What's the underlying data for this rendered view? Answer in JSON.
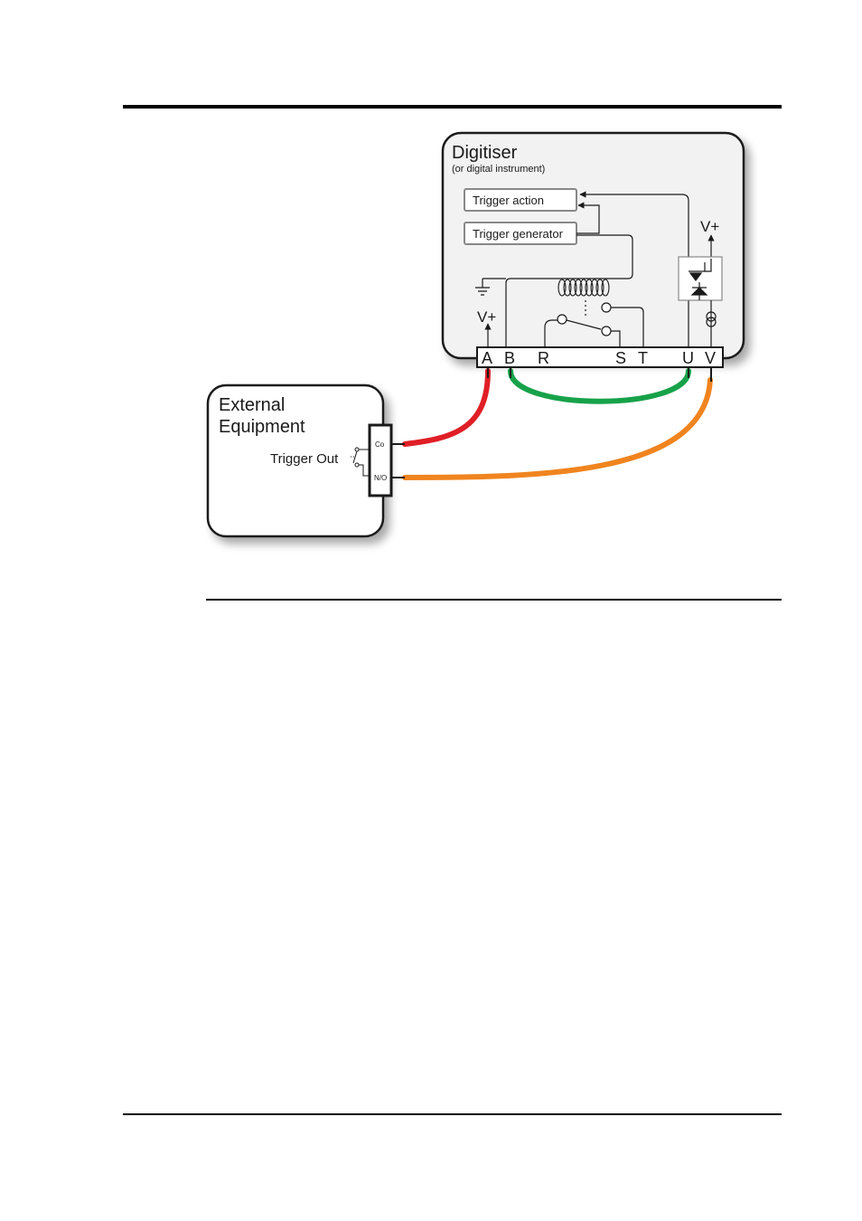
{
  "digitiser": {
    "title": "Digitiser",
    "subtitle": "(or digital instrument)",
    "trigger_action": "Trigger action",
    "trigger_generator": "Trigger generator",
    "vplus_left": "V+",
    "vplus_right": "V+"
  },
  "terminals": {
    "a": "A",
    "b": "B",
    "r": "R",
    "s": "S",
    "t": "T",
    "u": "U",
    "v": "V"
  },
  "external": {
    "title_line1": "External",
    "title_line2": "Equipment",
    "trigger_out": "Trigger Out",
    "pin_co": "Co",
    "pin_no": "N/O"
  },
  "colors": {
    "wire_red": "#e01f26",
    "wire_green": "#17a24a",
    "wire_orange": "#f0841f",
    "box_fill": "#f2f2f2",
    "rule": "#000000"
  }
}
